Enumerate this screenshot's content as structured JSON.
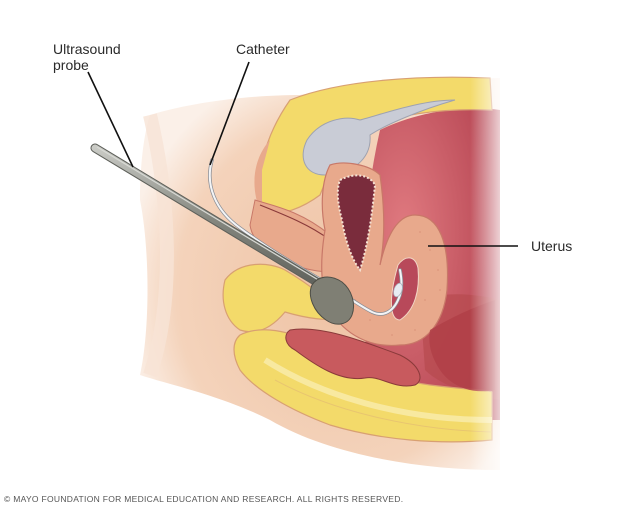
{
  "diagram": {
    "subject": "Transvaginal ultrasound-guided catheter placement in the uterus (sagittal cross-section)",
    "labels": [
      {
        "id": "ultrasound-probe",
        "text": "Ultrasound\nprobe"
      },
      {
        "id": "catheter",
        "text": "Catheter"
      },
      {
        "id": "uterus",
        "text": "Uterus"
      }
    ],
    "copyright": "© MAYO FOUNDATION FOR MEDICAL EDUCATION AND RESEARCH. ALL RIGHTS RESERVED."
  },
  "colors": {
    "background": "#ffffff",
    "skin": "#f2cdb0",
    "skin_shadow": "#e2b598",
    "fat": "#f3da6a",
    "fat_light": "#f8e9a0",
    "tissue": "#e8a98c",
    "tissue_dark": "#d98a78",
    "cavity": "#c9545f",
    "cavity_dark": "#7a2c3c",
    "bladder": "#c9ccd6",
    "probe": "#8f918c",
    "probe_head": "#7f7f74",
    "catheter": "#eef0f3",
    "leader_line": "#111111",
    "label_text": "#2a2a2a"
  }
}
